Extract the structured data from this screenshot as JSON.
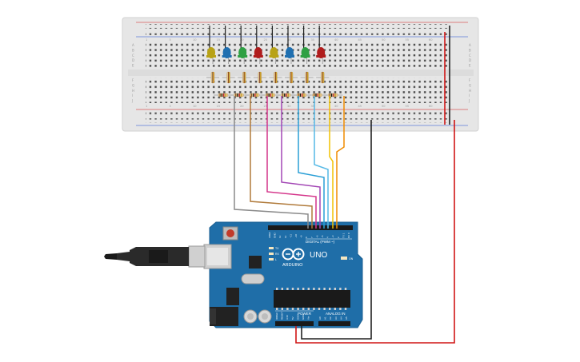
{
  "breadboard": {
    "row_letters_top": [
      "A",
      "B",
      "C",
      "D",
      "E"
    ],
    "row_letters_bottom": [
      "F",
      "G",
      "H",
      "I",
      "J"
    ],
    "column_numbers": [
      "1",
      "5",
      "10",
      "15",
      "20",
      "25",
      "30",
      "35",
      "40",
      "45",
      "50",
      "55",
      "60"
    ]
  },
  "leds": [
    {
      "color": "#b8a216"
    },
    {
      "color": "#1f6fb0"
    },
    {
      "color": "#2ea043"
    },
    {
      "color": "#b01c1c"
    },
    {
      "color": "#b8a216"
    },
    {
      "color": "#1f6fb0"
    },
    {
      "color": "#2ea043"
    },
    {
      "color": "#b01c1c"
    }
  ],
  "wire_colors": [
    "#8a8a8a",
    "#b07a3a",
    "#d4358a",
    "#a347b5",
    "#2a9fd6",
    "#55b9e6",
    "#f2c200",
    "#f08c00"
  ],
  "arduino": {
    "brand": "ARDUINO",
    "model": "UNO",
    "digital_label": "DIGITAL (PWM ~)",
    "power_label": "POWER",
    "analog_label": "ANALOG IN",
    "tx_label": "TX",
    "rx_label": "RX",
    "l_label": "L",
    "on_label": "ON",
    "digital_pins": [
      "AREF",
      "GND",
      "13",
      "12",
      "~11",
      "~10",
      "~9",
      "8",
      "7",
      "~6",
      "~5",
      "4",
      "~3",
      "2",
      "TX 1",
      "RX 0"
    ],
    "power_pins": [
      "IOREF",
      "RESET",
      "3.3V",
      "5V",
      "GND",
      "GND",
      "Vin"
    ],
    "analog_pins": [
      "A0",
      "A1",
      "A2",
      "A3",
      "A4",
      "A5"
    ]
  }
}
